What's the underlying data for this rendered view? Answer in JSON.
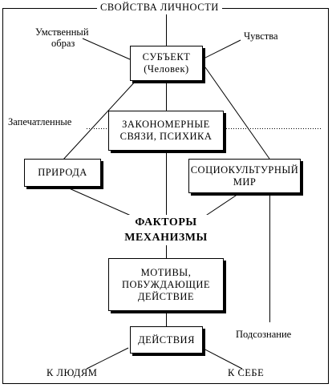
{
  "title": "СВОЙСТВА ЛИЧНОСТИ",
  "boxes": {
    "subject": {
      "line1": "СУБЪЕКТ",
      "line2": "(Человек)"
    },
    "laws": {
      "line1": "ЗАКОНОМЕРНЫЕ",
      "line2": "СВЯЗИ, ПСИХИКА"
    },
    "nature": {
      "line1": "ПРИРОДА"
    },
    "sociocultural": {
      "line1": "СОЦИОКУЛЬТУРНЫЙ",
      "line2": "МИР"
    },
    "motives": {
      "line1": "МОТИВЫ,",
      "line2": "ПОБУЖДАЮЩИЕ",
      "line3": "ДЕЙСТВИЕ"
    },
    "actions": {
      "line1": "ДЕЙСТВИЯ"
    }
  },
  "center": {
    "line1": "ФАКТОРЫ",
    "line2": "МЕХАНИЗМЫ"
  },
  "labels": {
    "mental_image_1": "Умственный",
    "mental_image_2": "образ",
    "feelings": "Чувства",
    "imprinted": "Запечатленные",
    "subconscious": "Подсознание",
    "to_people": "К ЛЮДЯМ",
    "to_self": "К СЕБЕ"
  }
}
